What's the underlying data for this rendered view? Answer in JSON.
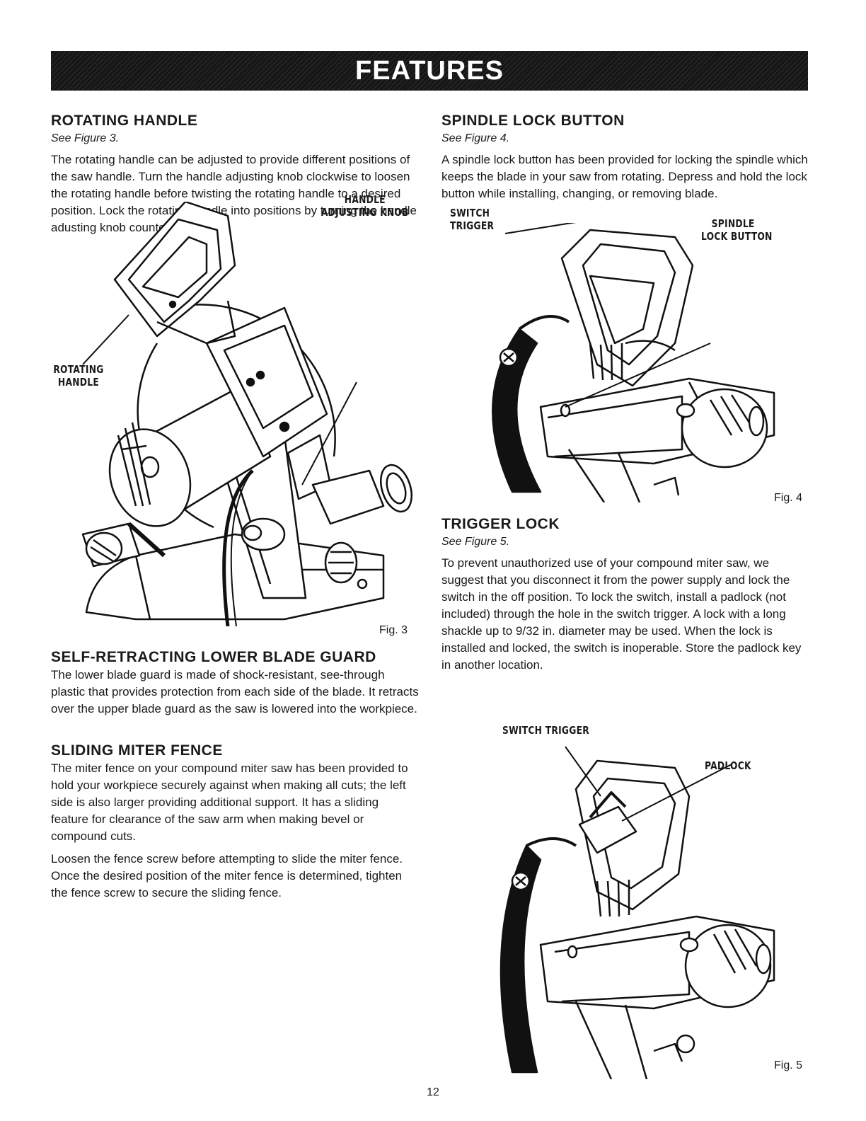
{
  "banner": {
    "title": "FEATURES"
  },
  "left": {
    "rotating_handle": {
      "heading": "ROTATING HANDLE",
      "see": "See Figure 3.",
      "body": "The rotating handle can be adjusted to provide different positions of the saw handle. Turn the handle adjusting knob clockwise to loosen the rotating handle before twisting the rotating handle to a desired position. Lock the rotating handle into positions by turning the handle adusting knob counterclockwise."
    },
    "fig3": {
      "callout_rotating_1": "ROTATING",
      "callout_rotating_2": "HANDLE",
      "callout_knob_1": "HANDLE",
      "callout_knob_2": "ADJUSTING KNOB",
      "caption": "Fig. 3"
    },
    "blade_guard": {
      "heading": "SELF-RETRACTING LOWER BLADE GUARD",
      "body": "The lower blade guard is made of shock-resistant, see-through plastic that provides protection from each side of the blade. It retracts over the upper blade guard as the saw is lowered into the workpiece."
    },
    "miter_fence": {
      "heading": "SLIDING MITER FENCE",
      "body1": "The miter fence on your compound miter saw has been provided to hold your workpiece securely against when making all cuts; the left side is also larger providing additional support. It has a sliding feature for clearance of the saw arm when making bevel or compound cuts.",
      "body2": "Loosen the fence screw before attempting to slide the miter fence. Once the desired position of the miter fence is determined, tighten the fence screw to secure the sliding fence."
    }
  },
  "right": {
    "spindle_lock": {
      "heading": "SPINDLE LOCK BUTTON",
      "see": "See Figure 4.",
      "body": "A spindle lock button has been provided for locking the spindle which keeps the blade in your saw from rotating. Depress and hold the lock button while installing, changing, or removing blade."
    },
    "fig4": {
      "callout_switch_1": "SWITCH",
      "callout_switch_2": "TRIGGER",
      "callout_spindle_1": "SPINDLE",
      "callout_spindle_2": "LOCK BUTTON",
      "caption": "Fig. 4"
    },
    "trigger_lock": {
      "heading": "TRIGGER LOCK",
      "see": "See Figure 5.",
      "body": "To prevent unauthorized use of your compound miter saw, we suggest that you disconnect it from the power supply and lock the switch in the off position. To lock the switch, install a padlock (not included) through the hole in the switch trigger. A lock with a long shackle up to 9/32 in. diameter may be used. When the lock is installed and locked, the switch is inoperable. Store the padlock key in another location."
    },
    "fig5": {
      "callout_switch": "SWITCH TRIGGER",
      "callout_padlock": "PADLOCK",
      "caption": "Fig. 5"
    }
  },
  "page_number": "12"
}
